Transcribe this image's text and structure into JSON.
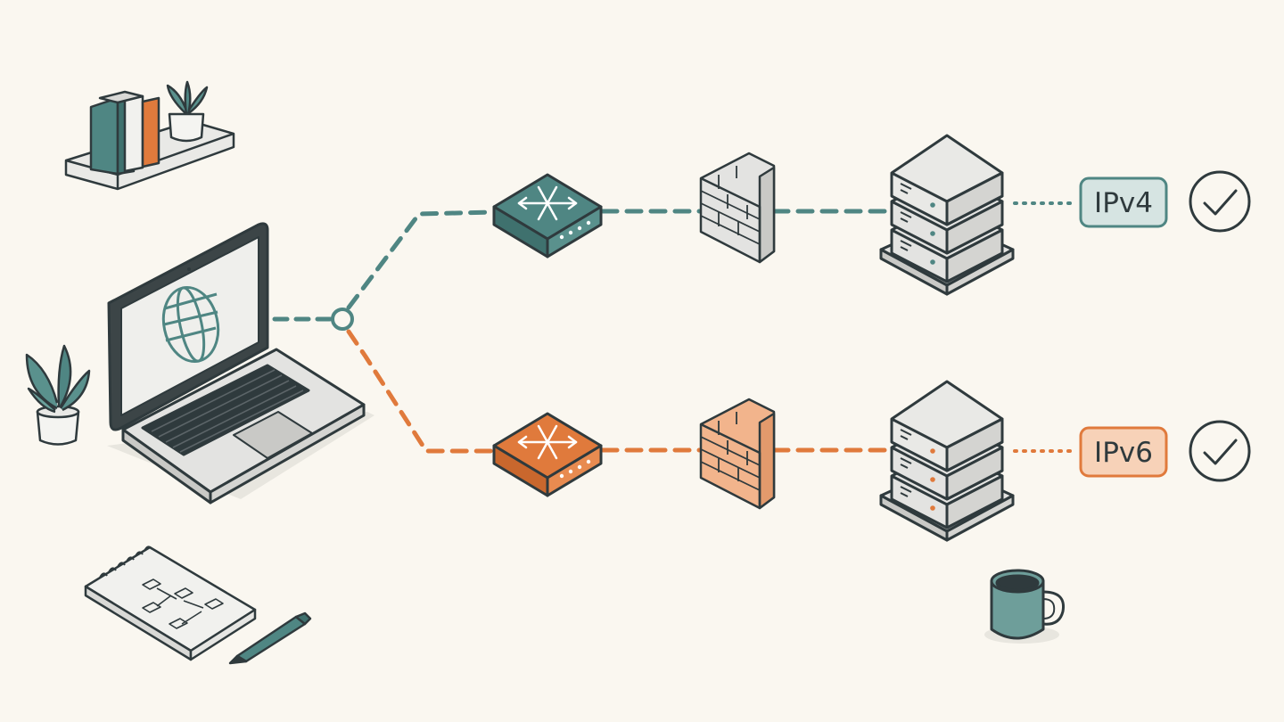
{
  "diagram": {
    "paths": [
      {
        "id": "ipv4",
        "label": "IPv4",
        "color": "#4f8683",
        "label_fill": "#d6e4e2",
        "status": "check"
      },
      {
        "id": "ipv6",
        "label": "IPv6",
        "color": "#e07a3c",
        "label_fill": "#f7d2b8",
        "status": "check"
      }
    ],
    "colors": {
      "background": "#faf7f0",
      "outline": "#2f3a3d",
      "teal": "#4f8683",
      "orange": "#e07a3c",
      "light_gray": "#e3e3e1",
      "gray": "#c9c9c6"
    },
    "icons": {
      "laptop": "laptop-globe-icon",
      "junction": "junction-node-icon",
      "router": "router-icon",
      "firewall": "firewall-icon",
      "server": "server-stack-icon",
      "status": "check-circle-icon",
      "decor": [
        "bookshelf-icon",
        "potted-plant-icon",
        "notepad-icon",
        "pen-icon",
        "coffee-mug-icon"
      ]
    }
  }
}
